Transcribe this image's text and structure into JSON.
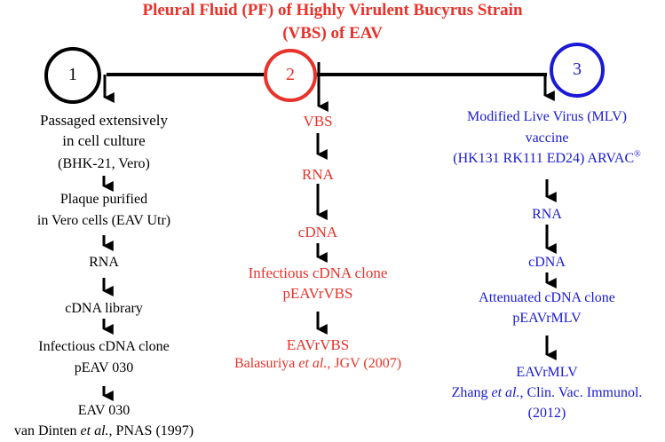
{
  "title": {
    "line1": "Pleural Fluid (PF) of Highly Virulent Bucyrus Strain",
    "line2": "(VBS) of EAV"
  },
  "colors": {
    "red": "#e8322a",
    "blue": "#1a1ad6",
    "black": "#000000"
  },
  "nodes": {
    "n1": "1",
    "n2": "2",
    "n3": "3"
  },
  "col1": {
    "passaged_1": "Passaged extensively",
    "passaged_2": "in cell culture",
    "passaged_3": "(BHK-21, Vero)",
    "plaque_1": "Plaque purified",
    "plaque_2": "in Vero cells (EAV Utr)",
    "rna": "RNA",
    "cdna_library": "cDNA library",
    "clone_1": "Infectious cDNA clone",
    "clone_2": "pEAV 030",
    "final_1": "EAV 030",
    "ref_author": "van Dinten ",
    "ref_etal": "et al.,",
    "ref_rest": " PNAS (1997)"
  },
  "col2": {
    "vbs": "VBS",
    "rna": "RNA",
    "cdna": "cDNA",
    "clone_1": "Infectious cDNA clone",
    "clone_2": "pEAVrVBS",
    "final_1": "EAVrVBS",
    "ref_author": "Balasuriya ",
    "ref_etal": "et al.,",
    "ref_rest": "  JGV (2007)"
  },
  "col3": {
    "mlv_1": "Modified Live Virus  (MLV)",
    "mlv_2": "vaccine",
    "mlv_3": "(HK131 RK111 ED24) ARVAC",
    "mlv_reg": "®",
    "rna": "RNA",
    "cdna": "cDNA",
    "clone_1": "Attenuated cDNA clone",
    "clone_2": "pEAVrMLV",
    "final_1": "EAVrMLV",
    "ref_author": "Zhang ",
    "ref_etal": "et al.",
    "ref_rest": ", Clin. Vac. Immunol.",
    "ref_year": "(2012)"
  }
}
